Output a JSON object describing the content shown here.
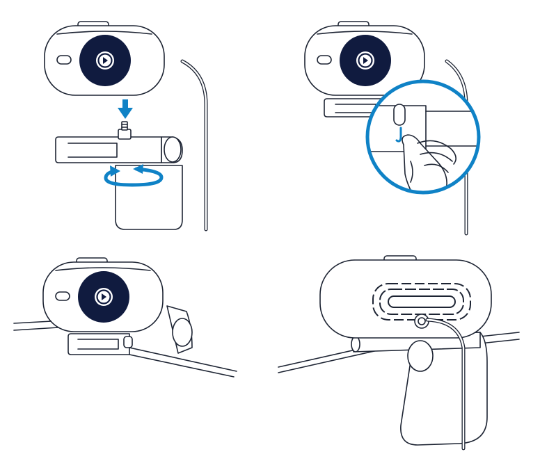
{
  "illustration": {
    "panels": [
      {
        "id": "step-1",
        "action": "attach-camera-to-mount"
      },
      {
        "id": "step-2",
        "action": "use-privacy-clip"
      },
      {
        "id": "step-3",
        "action": "mount-on-monitor-front"
      },
      {
        "id": "step-4",
        "action": "mount-on-monitor-back"
      }
    ]
  },
  "colors": {
    "outline": "#1d2433",
    "lens": "#101b3f",
    "accent": "#0f82c6",
    "background": "#ffffff"
  },
  "icons": {
    "logo": "elgato-logo-icon",
    "arrow": "arrow-down-icon",
    "rotate": "rotate-arrows-icon",
    "magnifier": "zoom-circle-icon"
  }
}
